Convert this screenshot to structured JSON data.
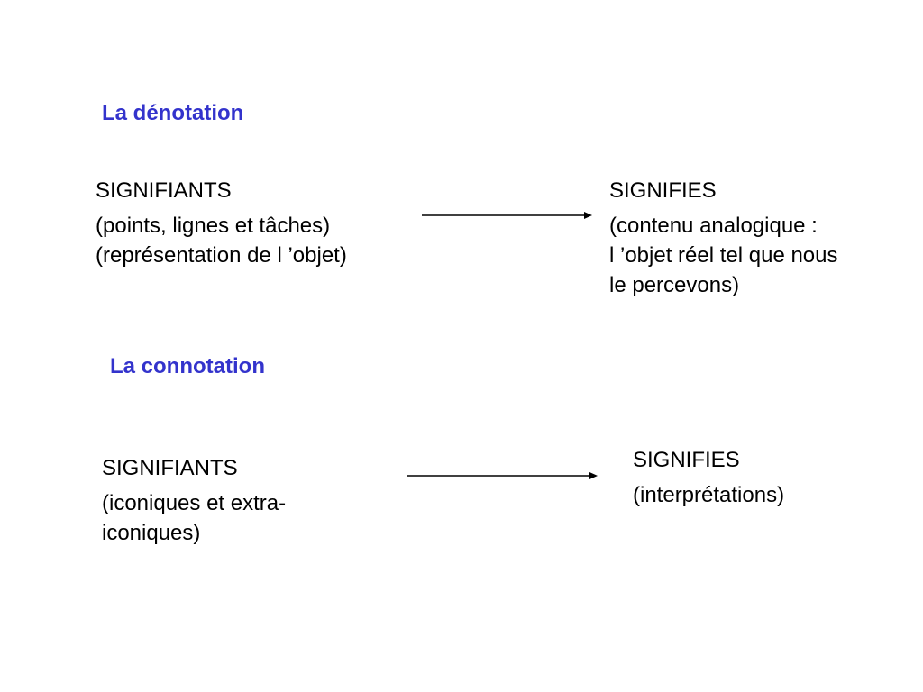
{
  "colors": {
    "heading": "#3333cc",
    "text": "#000000",
    "arrow": "#000000",
    "background": "#ffffff"
  },
  "denotation": {
    "heading": "La dénotation",
    "signifiants": {
      "title": "SIGNIFIANTS",
      "lines": [
        "(points, lignes et tâches)",
        "(représentation de l ’objet)"
      ]
    },
    "signifies": {
      "title": "SIGNIFIES",
      "lines": [
        "(contenu analogique :",
        "l ’objet réel tel que nous",
        "le percevons)"
      ]
    }
  },
  "connotation": {
    "heading": "La connotation",
    "signifiants": {
      "title": "SIGNIFIANTS",
      "lines": [
        "(iconiques et extra-",
        "iconiques)"
      ]
    },
    "signifies": {
      "title": "SIGNIFIES",
      "lines": [
        "(interprétations)"
      ]
    }
  }
}
